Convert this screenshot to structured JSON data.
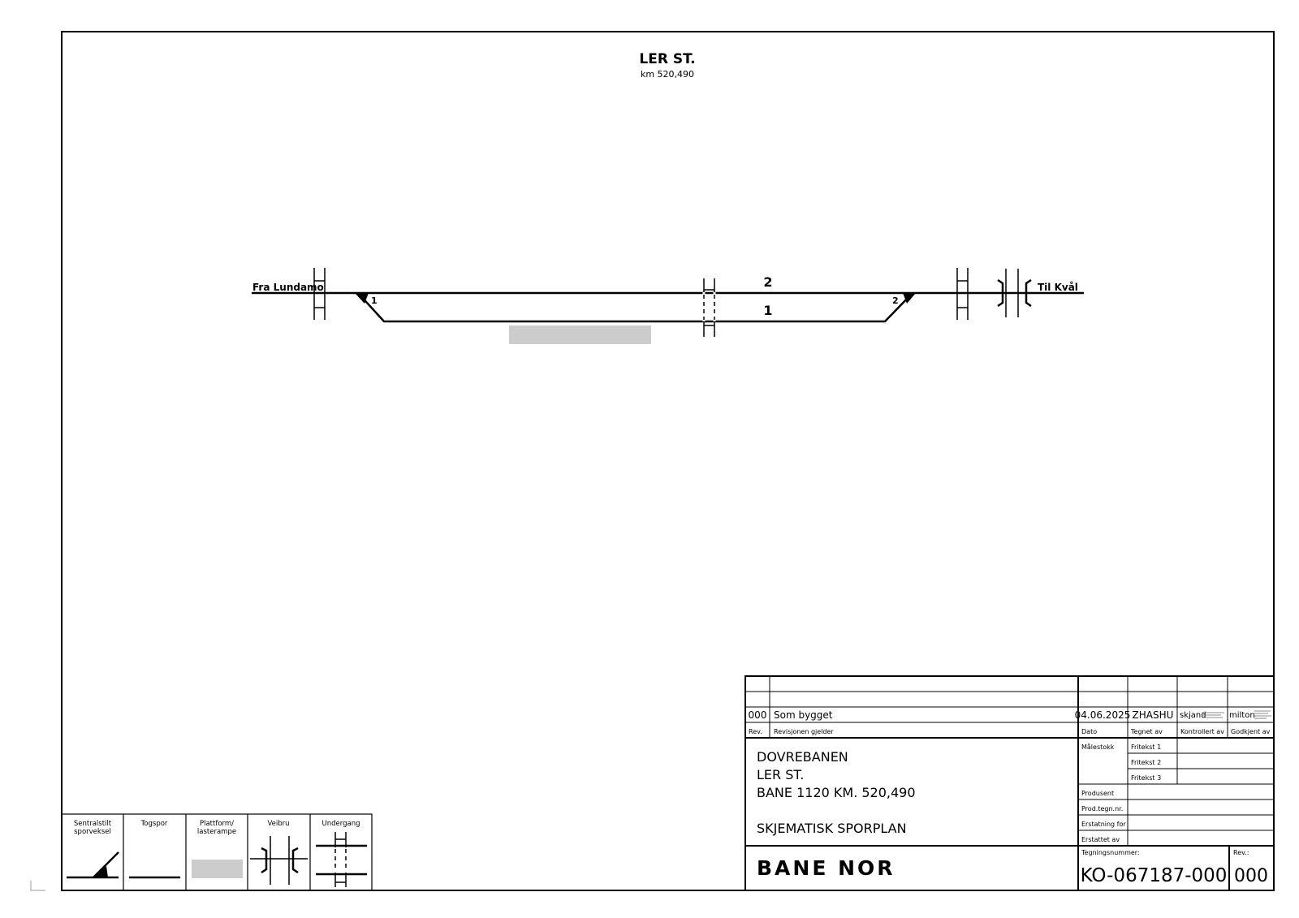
{
  "station": {
    "title": "LER ST.",
    "km": "km 520,490"
  },
  "plan": {
    "from_label": "Fra Lundamo",
    "to_label": "Til Kvål",
    "track_main": "2",
    "track_side": "1",
    "switch_left": "1",
    "switch_right": "2"
  },
  "legend": {
    "items": [
      {
        "line1": "Sentralstilt",
        "line2": "sporveksel",
        "icon": "central-switch-icon"
      },
      {
        "line1": "Togspor",
        "line2": "",
        "icon": "track-line-icon"
      },
      {
        "line1": "Plattform/",
        "line2": "lasterampe",
        "icon": "platform-icon"
      },
      {
        "line1": "Veibru",
        "line2": "",
        "icon": "road-bridge-icon"
      },
      {
        "line1": "Undergang",
        "line2": "",
        "icon": "underpass-icon"
      }
    ]
  },
  "titleblock": {
    "revision": {
      "rev": "000",
      "text": "Som bygget",
      "date": "04.06.2025",
      "drawn_by": "ZHASHU",
      "checked_by_logo": "skjand",
      "approved_by_logo": "milton"
    },
    "headers": {
      "rev": "Rev.",
      "applies": "Revisjonen gjelder",
      "date": "Dato",
      "drawn": "Tegnet av",
      "checked": "Kontrollert av",
      "approved": "Godkjent av"
    },
    "project": {
      "line1": "DOVREBANEN",
      "line2": "LER ST.",
      "line3": "BANE 1120 KM. 520,490",
      "line4": "SKJEMATISK SPORPLAN"
    },
    "fields": {
      "scale": "Målestokk",
      "free1": "Fritekst 1",
      "free2": "Fritekst 2",
      "free3": "Fritekst 3",
      "producer": "Produsent",
      "prod_no": "Prod.tegn.nr.",
      "replaces": "Erstatning for",
      "replaced_by": "Erstattet av"
    },
    "company": "BANE NOR",
    "drawing_number_label": "Tegningsnummer:",
    "drawing_number": "KO-067187-000",
    "rev_label": "Rev.:",
    "rev_value": "000"
  },
  "colors": {
    "platform": "#cccccc",
    "line": "#000000"
  }
}
